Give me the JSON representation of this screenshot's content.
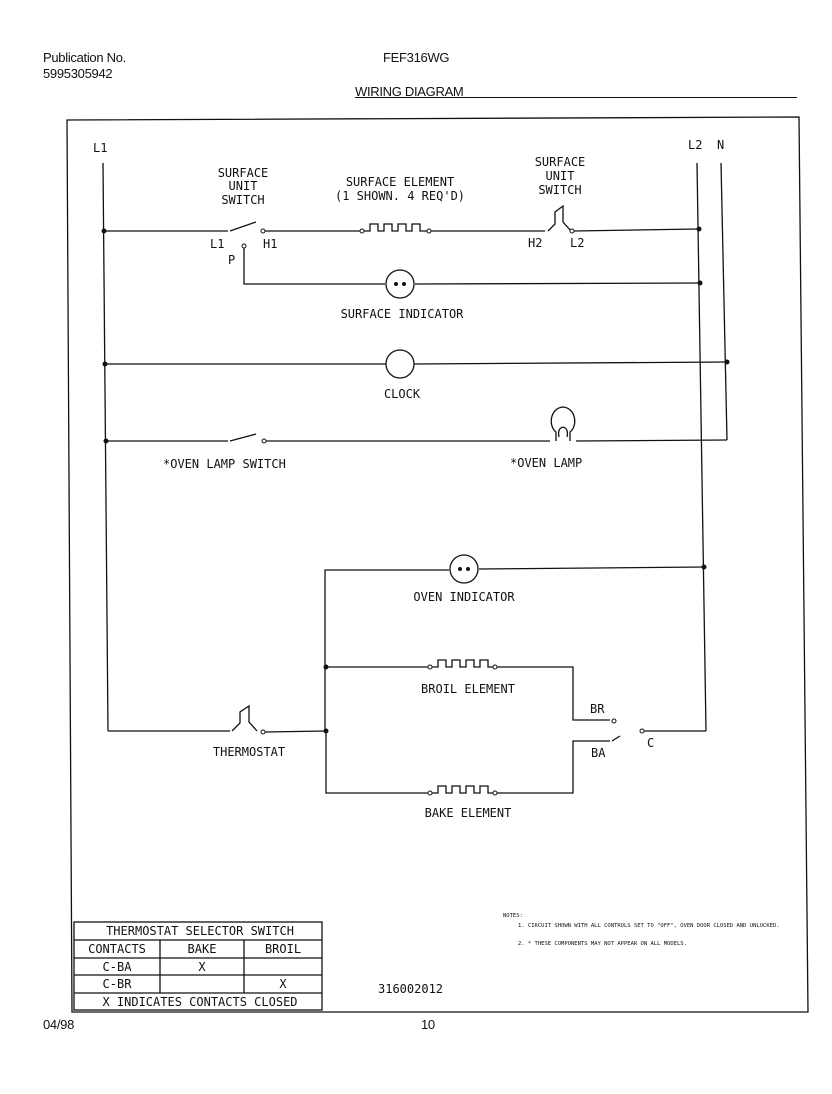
{
  "header": {
    "publication_label": "Publication No.",
    "publication_number": "5995305942",
    "model": "FEF316WG",
    "title": "WIRING DIAGRAM"
  },
  "lines": {
    "l1": "L1",
    "l2": "L2",
    "n": "N"
  },
  "surface": {
    "switch_left_label": [
      "SURFACE",
      "UNIT",
      "SWITCH"
    ],
    "switch_right_label": [
      "SURFACE",
      "UNIT",
      "SWITCH"
    ],
    "element_label": [
      "SURFACE ELEMENT",
      "(1 SHOWN. 4 REQ'D)"
    ],
    "terminals": {
      "l1": "L1",
      "h1": "H1",
      "p": "P",
      "h2": "H2",
      "l2": "L2"
    },
    "indicator_label": "SURFACE INDICATOR"
  },
  "clock_label": "CLOCK",
  "oven_lamp_switch_label": "*OVEN LAMP SWITCH",
  "oven_lamp_label": "*OVEN LAMP",
  "oven_indicator_label": "OVEN INDICATOR",
  "broil_element_label": "BROIL ELEMENT",
  "bake_element_label": "BAKE ELEMENT",
  "thermostat_label": "THERMOSTAT",
  "selector_terminals": {
    "br": "BR",
    "ba": "BA",
    "c": "C"
  },
  "notes": {
    "heading": "NOTES:",
    "items": [
      "1. CIRCUIT SHOWN WITH ALL CONTROLS SET TO \"OFF\", OVEN DOOR CLOSED AND UNLOCKED.",
      "2. * THESE COMPONENTS MAY NOT APPEAR ON ALL MODELS."
    ]
  },
  "part_number": "316002012",
  "selector_table": {
    "title": "THERMOSTAT SELECTOR SWITCH",
    "columns": [
      "CONTACTS",
      "BAKE",
      "BROIL"
    ],
    "rows": [
      [
        "C-BA",
        "X",
        ""
      ],
      [
        "C-BR",
        "",
        "X"
      ]
    ],
    "footer": "X INDICATES CONTACTS CLOSED"
  },
  "footer": {
    "date": "04/98",
    "page": "10"
  }
}
